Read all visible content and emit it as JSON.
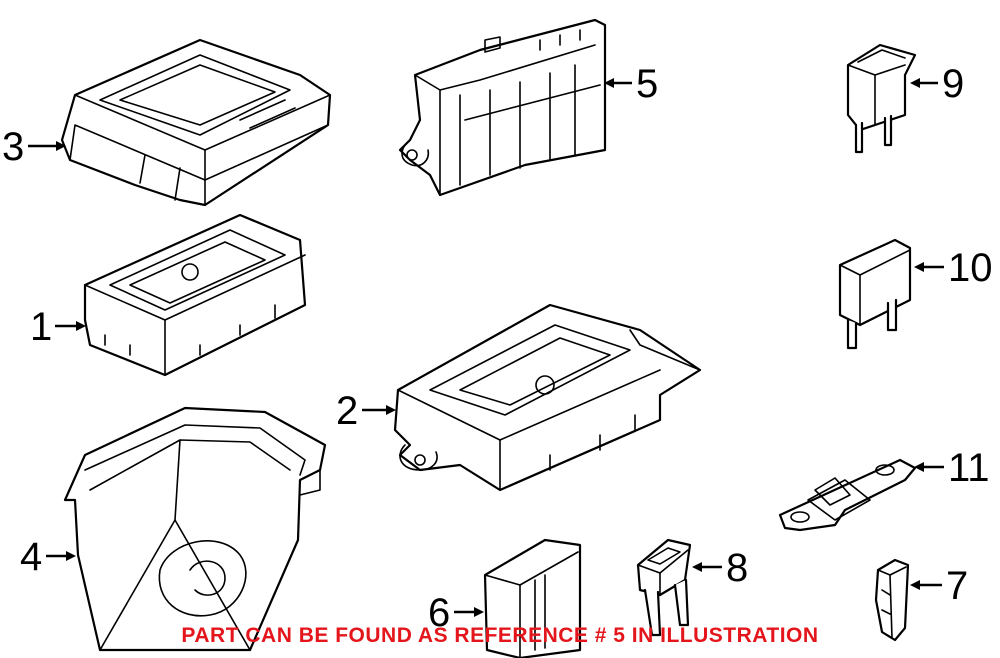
{
  "diagram": {
    "callouts": {
      "c1": "1",
      "c2": "2",
      "c3": "3",
      "c4": "4",
      "c5": "5",
      "c6": "6",
      "c7": "7",
      "c8": "8",
      "c9": "9",
      "c10": "10",
      "c11": "11"
    },
    "notice": "PART CAN BE FOUND AS REFERENCE # 5 IN ILLUSTRATION",
    "colors": {
      "notice": "#e4161c",
      "lines": "#000000",
      "background": "#ffffff"
    }
  }
}
